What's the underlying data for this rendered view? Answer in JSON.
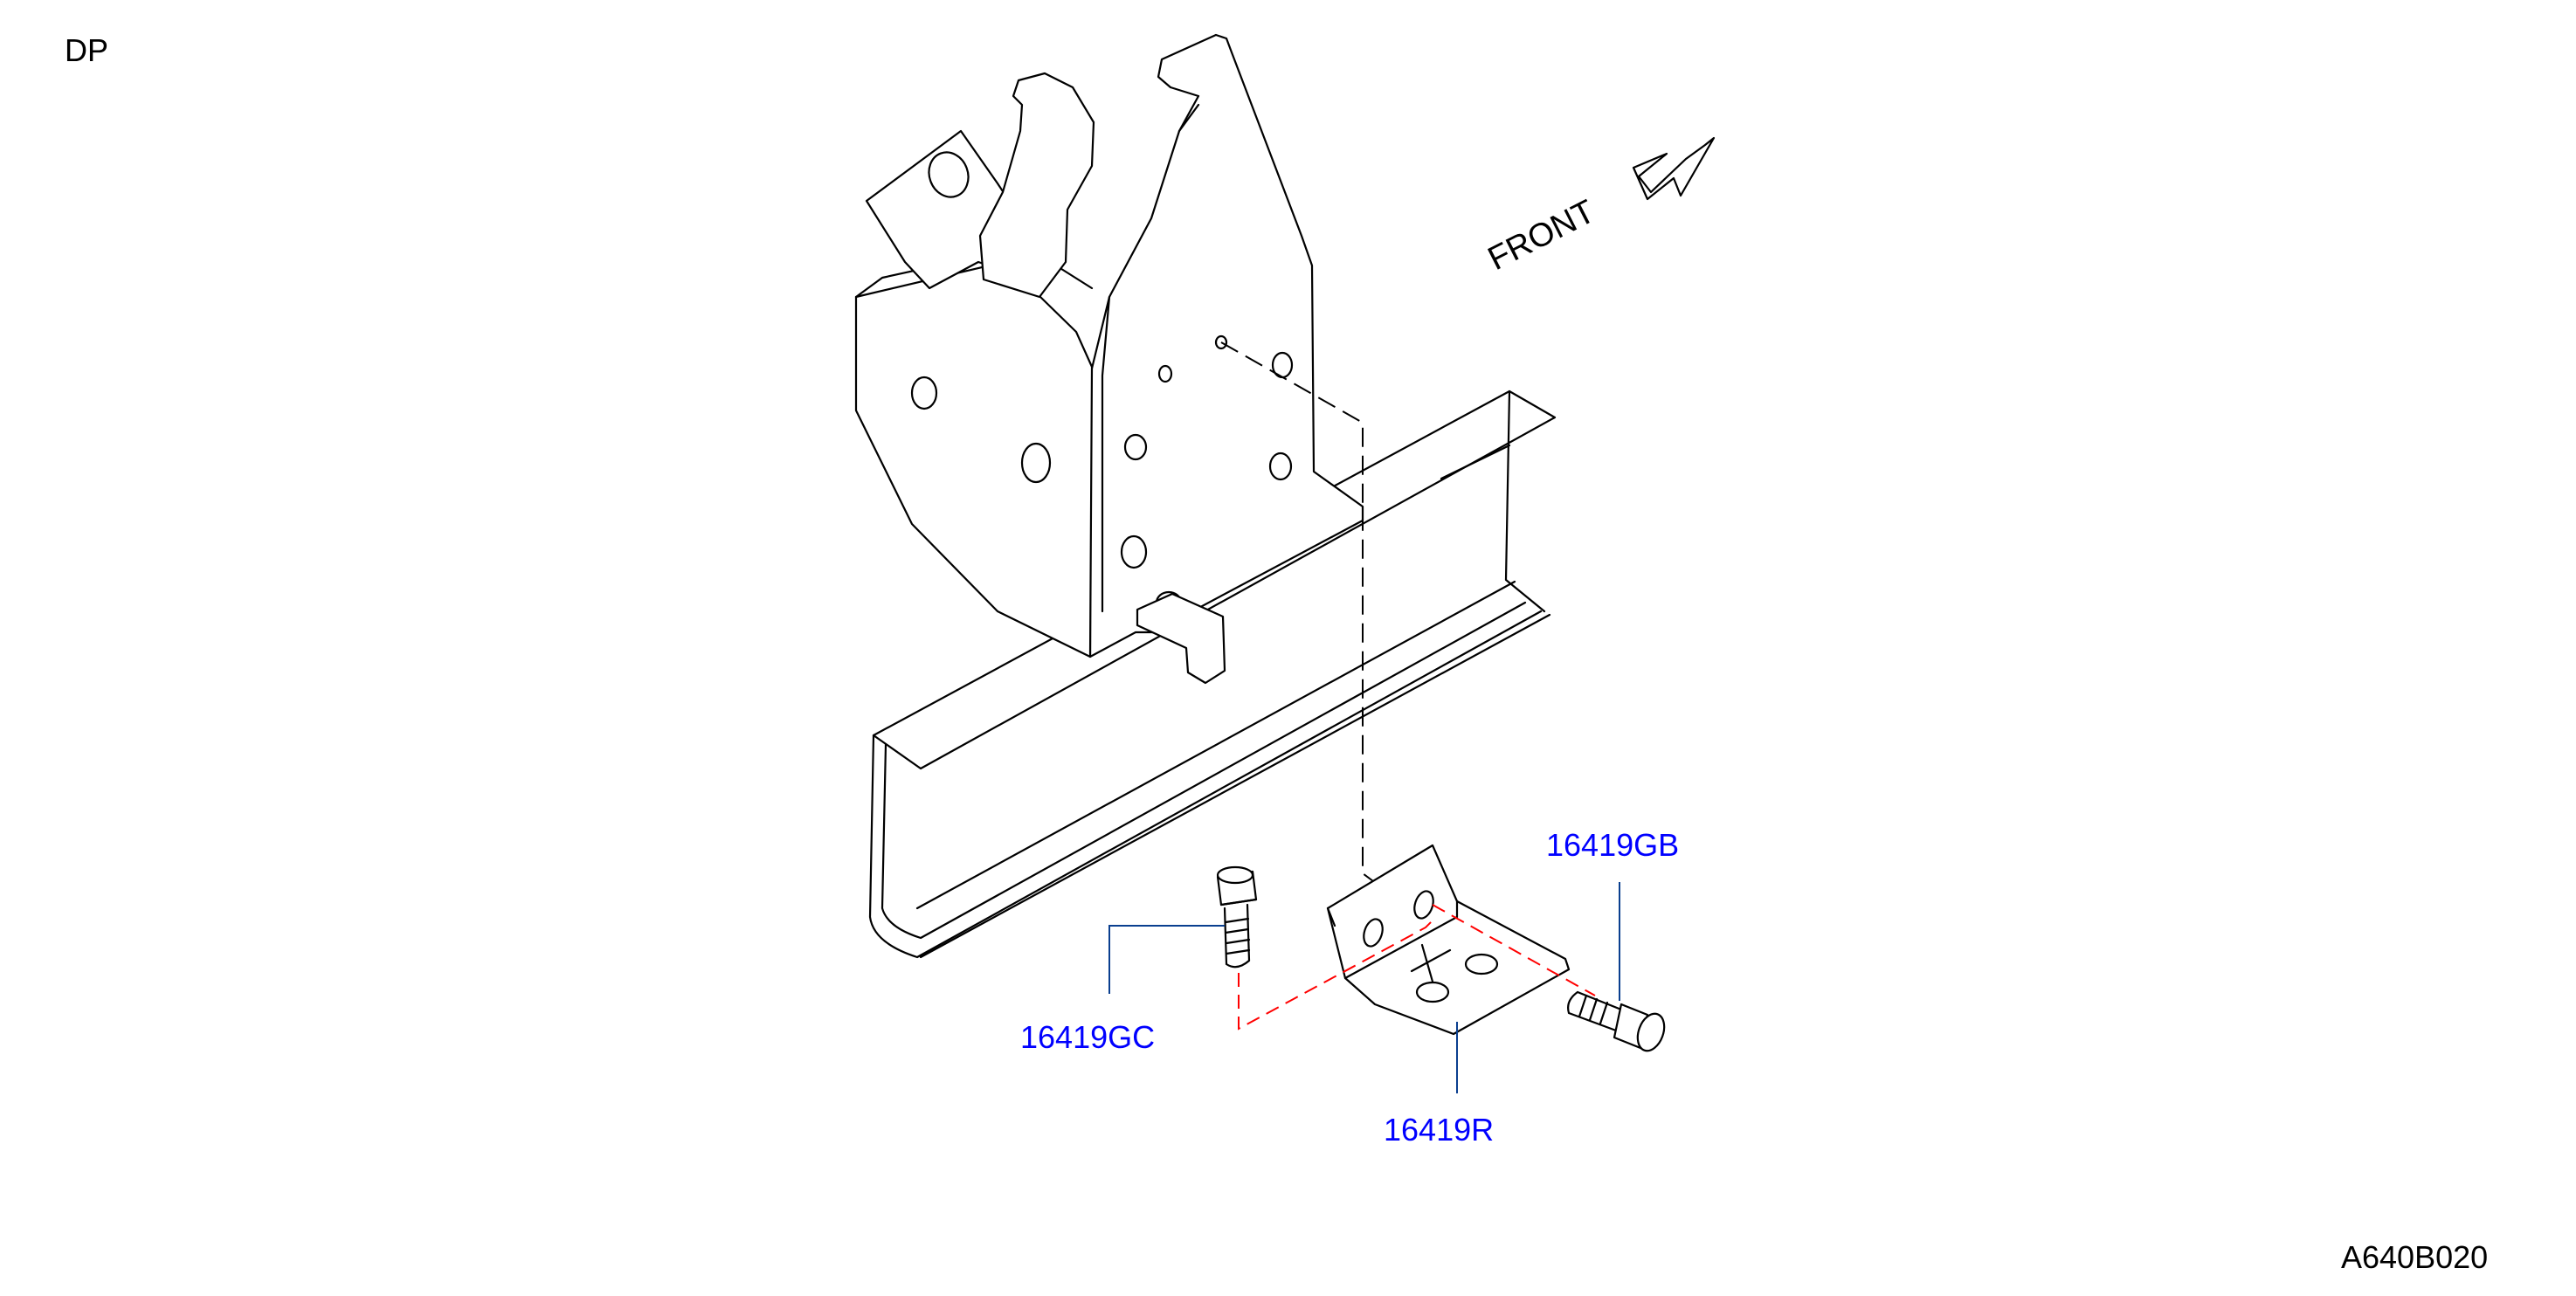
{
  "diagram": {
    "corner_label": "DP",
    "figure_code": "A640B020",
    "direction_label": "FRONT",
    "parts": [
      {
        "number": "16419GB",
        "name": "bolt"
      },
      {
        "number": "16419GC",
        "name": "bolt"
      },
      {
        "number": "16419R",
        "name": "bracket"
      }
    ]
  },
  "colors": {
    "callout_text": "#0000ff",
    "leader_line": "#0a3f8f",
    "dashed_guide": "#ff0000",
    "line_art": "#000000",
    "background": "#ffffff"
  },
  "icons": [
    "front-direction-arrow-icon"
  ]
}
